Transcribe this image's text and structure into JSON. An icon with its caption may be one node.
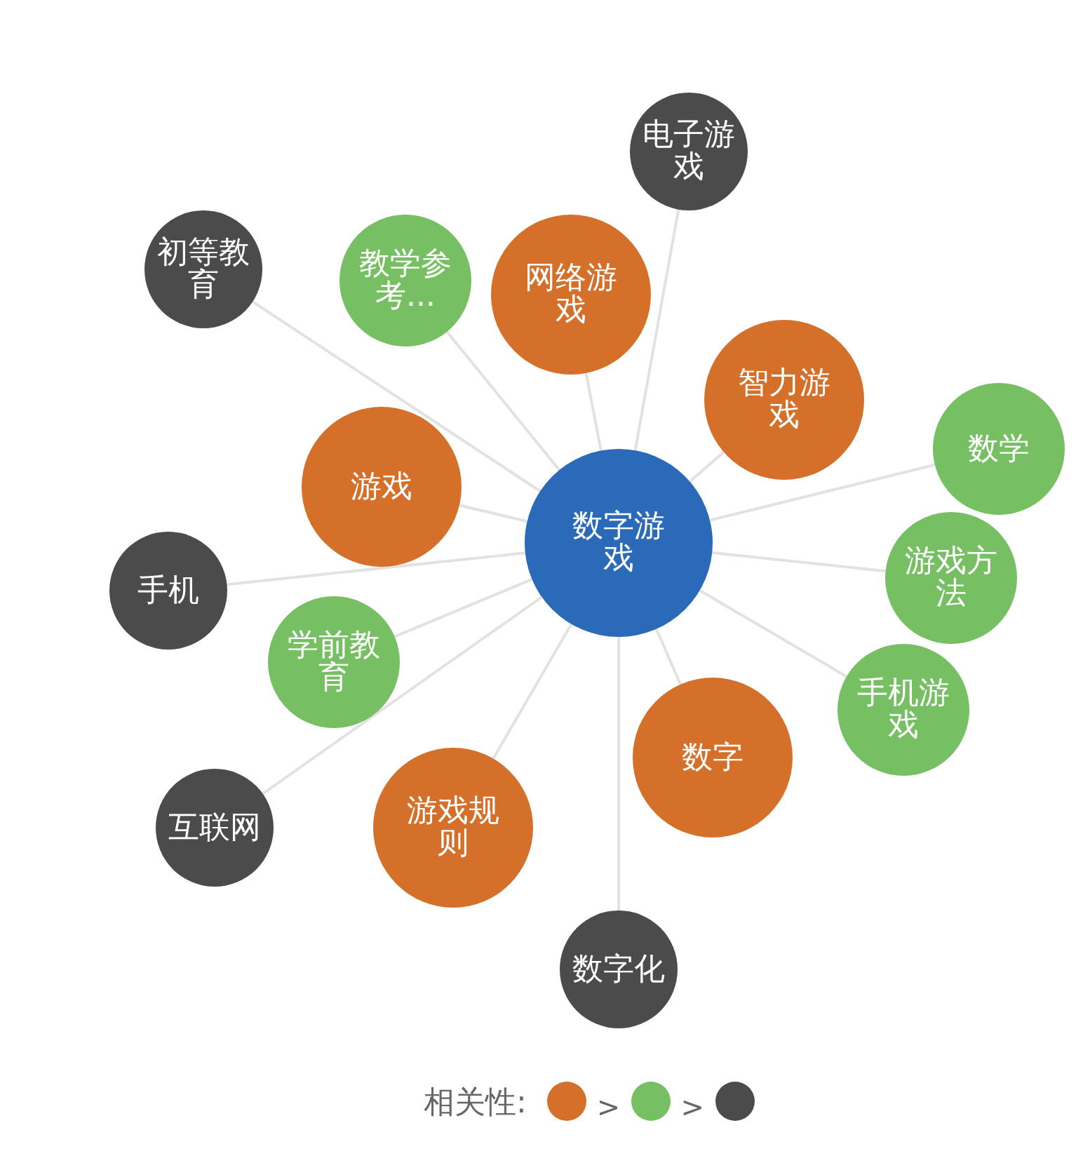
{
  "diagram": {
    "nodes": [
      {
        "text": [
          "数字游戏"
        ]
      },
      {
        "text": [
          "电子游戏"
        ]
      },
      {
        "text": [
          "初等教育"
        ]
      },
      {
        "text": [
          "教学参考..."
        ]
      },
      {
        "text": [
          "网络游戏"
        ]
      },
      {
        "text": [
          "智力游戏"
        ]
      },
      {
        "text": [
          "数学"
        ]
      },
      {
        "text": [
          "游戏"
        ]
      },
      {
        "text": [
          "游戏方法"
        ]
      },
      {
        "text": [
          "手机"
        ]
      },
      {
        "text": [
          "学前教育"
        ]
      },
      {
        "text": [
          "手机游戏"
        ]
      },
      {
        "text": [
          "数字"
        ]
      },
      {
        "text": [
          "互联网"
        ]
      },
      {
        "text": [
          "游戏规则"
        ]
      },
      {
        "text": [
          "数字化"
        ]
      }
    ],
    "edges": [
      {
        "from": 0,
        "to": 1,
        "arrow": "none"
      },
      {
        "from": 0,
        "to": 2,
        "arrow": "none"
      },
      {
        "from": 0,
        "to": 3,
        "arrow": "none"
      },
      {
        "from": 0,
        "to": 4,
        "arrow": "none"
      },
      {
        "from": 0,
        "to": 5,
        "arrow": "none"
      },
      {
        "from": 0,
        "to": 6,
        "arrow": "none"
      },
      {
        "from": 0,
        "to": 7,
        "arrow": "none"
      },
      {
        "from": 0,
        "to": 8,
        "arrow": "none"
      },
      {
        "from": 0,
        "to": 9,
        "arrow": "none"
      },
      {
        "from": 0,
        "to": 10,
        "arrow": "none"
      },
      {
        "from": 0,
        "to": 11,
        "arrow": "none"
      },
      {
        "from": 0,
        "to": 12,
        "arrow": "none"
      },
      {
        "from": 0,
        "to": 13,
        "arrow": "none"
      },
      {
        "from": 0,
        "to": 14,
        "arrow": "none"
      },
      {
        "from": 0,
        "to": 15,
        "arrow": "none"
      }
    ],
    "legend": [
      {
        "text": "相关性:",
        "color": "#d5702b"
      },
      {
        "text": ">",
        "color": "#77bf63"
      },
      {
        "text": ">",
        "color": "#4b4b4b"
      }
    ]
  }
}
